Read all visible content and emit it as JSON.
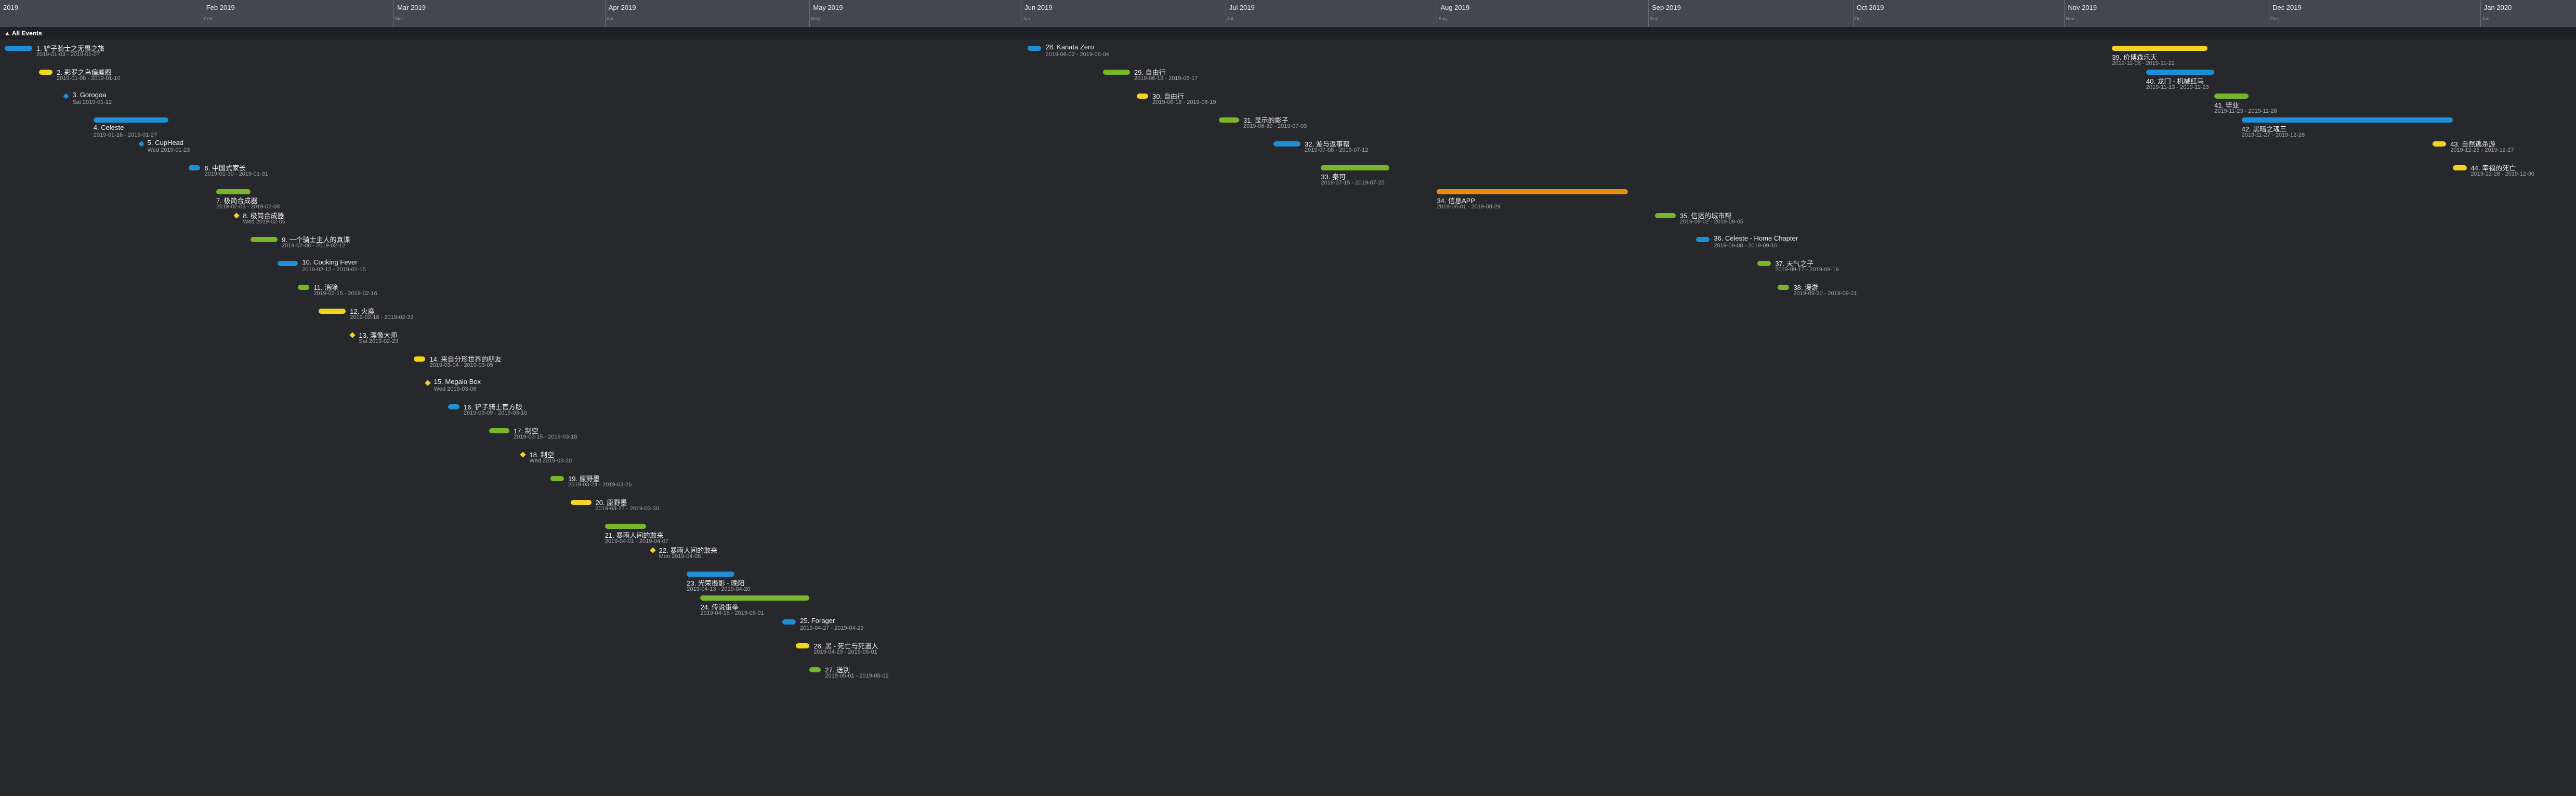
{
  "colors": {
    "background": "#27282c",
    "header": "#46474c",
    "group_bar": "#1f2023",
    "blue": "#1e8fd6",
    "green": "#78b52a",
    "yellow": "#f2d51c",
    "orange": "#e58f10"
  },
  "group": {
    "label": "All Events",
    "icon": "collapse-arrow-icon"
  },
  "months": [
    {
      "name": "2019",
      "abbr": ""
    },
    {
      "name": "Feb 2019",
      "abbr": "Feb"
    },
    {
      "name": "Mar 2019",
      "abbr": "Mar"
    },
    {
      "name": "Apr 2019",
      "abbr": "Apr"
    },
    {
      "name": "May 2019",
      "abbr": "May"
    },
    {
      "name": "Jun 2019",
      "abbr": "Jun"
    },
    {
      "name": "Jul 2019",
      "abbr": "Jul"
    },
    {
      "name": "Aug 2019",
      "abbr": "Aug"
    },
    {
      "name": "Sep 2019",
      "abbr": "Sep"
    },
    {
      "name": "Oct 2019",
      "abbr": "Oct"
    },
    {
      "name": "Nov 2019",
      "abbr": "Nov"
    },
    {
      "name": "Dec 2019",
      "abbr": "Dec"
    },
    {
      "name": "Jan 2020",
      "abbr": "Jan"
    }
  ],
  "events": [
    {
      "title": "1. 铲子骑士之无畏之旅",
      "date": "2019-01-03 - 2019-01-07",
      "start": "2019-01-03",
      "end": "2019-01-07",
      "color": "blue",
      "kind": "bar"
    },
    {
      "title": "2. 彩罗之鸟偏差图",
      "date": "2019-01-08 - 2019-01-10",
      "start": "2019-01-08",
      "end": "2019-01-10",
      "color": "yellow",
      "kind": "bar"
    },
    {
      "title": "3. Gorogoa",
      "date": "Sat 2019-01-12",
      "start": "2019-01-12",
      "end": "2019-01-12",
      "color": "blue",
      "kind": "point"
    },
    {
      "title": "4. Celeste",
      "date": "2019-01-16 - 2019-01-27",
      "start": "2019-01-16",
      "end": "2019-01-27",
      "color": "blue",
      "kind": "bar"
    },
    {
      "title": "5. CupHead",
      "date": "Wed 2019-01-23",
      "start": "2019-01-23",
      "end": "2019-01-23",
      "color": "blue",
      "kind": "point"
    },
    {
      "title": "6. 中国式家长",
      "date": "2019-01-30 - 2019-01-31",
      "start": "2019-01-30",
      "end": "2019-01-31",
      "color": "blue",
      "kind": "bar"
    },
    {
      "title": "7. 极简合成器",
      "date": "2019-02-03 - 2019-02-08",
      "start": "2019-02-03",
      "end": "2019-02-08",
      "color": "green",
      "kind": "bar"
    },
    {
      "title": "8. 极简合成器",
      "date": "Wed 2019-02-06",
      "start": "2019-02-06",
      "end": "2019-02-06",
      "color": "yellow",
      "kind": "point"
    },
    {
      "title": "9. 一个骑士主人的真谍",
      "date": "2019-02-08 - 2019-02-12",
      "start": "2019-02-08",
      "end": "2019-02-12",
      "color": "green",
      "kind": "bar"
    },
    {
      "title": "10. Cooking Fever",
      "date": "2019-02-12 - 2019-02-15",
      "start": "2019-02-12",
      "end": "2019-02-15",
      "color": "blue",
      "kind": "bar"
    },
    {
      "title": "11. 消除",
      "date": "2019-02-15 - 2019-02-16",
      "start": "2019-02-15",
      "end": "2019-02-16",
      "color": "green",
      "kind": "bar"
    },
    {
      "title": "12. 火鹿",
      "date": "2019-02-18 - 2019-02-22",
      "start": "2019-02-18",
      "end": "2019-02-22",
      "color": "yellow",
      "kind": "bar"
    },
    {
      "title": "13. 漂像大师",
      "date": "Sat 2019-02-23",
      "start": "2019-02-23",
      "end": "2019-02-23",
      "color": "yellow",
      "kind": "point"
    },
    {
      "title": "14. 来自分形世界的朋友",
      "date": "2019-03-04 - 2019-03-05",
      "start": "2019-03-04",
      "end": "2019-03-05",
      "color": "yellow",
      "kind": "bar"
    },
    {
      "title": "15. Megalo Box",
      "date": "Wed 2019-03-06",
      "start": "2019-03-06",
      "end": "2019-03-06",
      "color": "yellow",
      "kind": "point"
    },
    {
      "title": "16. 铲子骑士官方版",
      "date": "2019-03-09 - 2019-03-10",
      "start": "2019-03-09",
      "end": "2019-03-10",
      "color": "blue",
      "kind": "bar"
    },
    {
      "title": "17. 制空",
      "date": "2019-03-15 - 2019-03-18",
      "start": "2019-03-15",
      "end": "2019-03-18",
      "color": "green",
      "kind": "bar"
    },
    {
      "title": "18. 制空",
      "date": "Wed 2019-03-20",
      "start": "2019-03-20",
      "end": "2019-03-20",
      "color": "yellow",
      "kind": "point"
    },
    {
      "title": "19. 原野墨",
      "date": "2019-03-24 - 2019-03-26",
      "start": "2019-03-24",
      "end": "2019-03-26",
      "color": "green",
      "kind": "bar"
    },
    {
      "title": "20. 原野墨",
      "date": "2019-03-27 - 2019-03-30",
      "start": "2019-03-27",
      "end": "2019-03-30",
      "color": "yellow",
      "kind": "bar"
    },
    {
      "title": "21. 暴雨人间的敢来",
      "date": "2019-04-01 - 2019-04-07",
      "start": "2019-04-01",
      "end": "2019-04-07",
      "color": "green",
      "kind": "bar"
    },
    {
      "title": "22. 暴雨人间的敢来",
      "date": "Mon 2019-04-08",
      "start": "2019-04-08",
      "end": "2019-04-08",
      "color": "yellow",
      "kind": "point"
    },
    {
      "title": "23. 光荣摄影 - 晚阳",
      "date": "2019-04-13 - 2019-04-20",
      "start": "2019-04-13",
      "end": "2019-04-20",
      "color": "blue",
      "kind": "bar"
    },
    {
      "title": "24. 传说蛋拳",
      "date": "2019-04-15 - 2019-05-01",
      "start": "2019-04-15",
      "end": "2019-05-01",
      "color": "green",
      "kind": "bar"
    },
    {
      "title": "25. Forager",
      "date": "2019-04-27 - 2019-04-29",
      "start": "2019-04-27",
      "end": "2019-04-29",
      "color": "blue",
      "kind": "bar"
    },
    {
      "title": "26. 黑 - 死亡与死遗人",
      "date": "2019-04-29 - 2019-05-01",
      "start": "2019-04-29",
      "end": "2019-05-01",
      "color": "yellow",
      "kind": "bar"
    },
    {
      "title": "27. 送别",
      "date": "2019-05-01 - 2019-05-02",
      "start": "2019-05-01",
      "end": "2019-05-02",
      "color": "green",
      "kind": "bar"
    },
    {
      "title": "28. Kanata Zero",
      "date": "2019-06-02 - 2019-06-04",
      "start": "2019-06-02",
      "end": "2019-06-04",
      "color": "blue",
      "kind": "bar"
    },
    {
      "title": "29. 自由行",
      "date": "2019-06-13 - 2019-06-17",
      "start": "2019-06-13",
      "end": "2019-06-17",
      "color": "green",
      "kind": "bar"
    },
    {
      "title": "30. 自由行",
      "date": "2019-06-18 - 2019-06-19",
      "start": "2019-06-18",
      "end": "2019-06-19",
      "color": "yellow",
      "kind": "bar"
    },
    {
      "title": "31. 显示的影子",
      "date": "2019-06-30 - 2019-07-03",
      "start": "2019-06-30",
      "end": "2019-07-03",
      "color": "green",
      "kind": "bar"
    },
    {
      "title": "32. 漩与返事帮",
      "date": "2019-07-08 - 2019-07-12",
      "start": "2019-07-08",
      "end": "2019-07-12",
      "color": "blue",
      "kind": "bar"
    },
    {
      "title": "33. 秦可",
      "date": "2019-07-15 - 2019-07-25",
      "start": "2019-07-15",
      "end": "2019-07-25",
      "color": "green",
      "kind": "bar"
    },
    {
      "title": "34. 信息APP",
      "date": "2019-08-01 - 2019-08-29",
      "start": "2019-08-01",
      "end": "2019-08-29",
      "color": "orange",
      "kind": "bar"
    },
    {
      "title": "35. 信运的城市帮",
      "date": "2019-09-02 - 2019-09-05",
      "start": "2019-09-02",
      "end": "2019-09-05",
      "color": "green",
      "kind": "bar"
    },
    {
      "title": "36. Celeste - Home Chapter",
      "date": "2019-09-08 - 2019-09-10",
      "start": "2019-09-08",
      "end": "2019-09-10",
      "color": "blue",
      "kind": "bar"
    },
    {
      "title": "37. 天气之子",
      "date": "2019-09-17 - 2019-09-19",
      "start": "2019-09-17",
      "end": "2019-09-19",
      "color": "green",
      "kind": "bar"
    },
    {
      "title": "38. 漫游",
      "date": "2019-09-20 - 2019-09-21",
      "start": "2019-09-20",
      "end": "2019-09-21",
      "color": "green",
      "kind": "bar"
    },
    {
      "title": "39. 价博森乐天",
      "date": "2019-11-08 - 2019-11-22",
      "start": "2019-11-08",
      "end": "2019-11-22",
      "color": "yellow",
      "kind": "bar"
    },
    {
      "title": "40. 龙门 - 机械红马",
      "date": "2019-11-13 - 2019-11-23",
      "start": "2019-11-13",
      "end": "2019-11-23",
      "color": "blue",
      "kind": "bar"
    },
    {
      "title": "41. 毕业",
      "date": "2019-11-23 - 2019-11-28",
      "start": "2019-11-23",
      "end": "2019-11-28",
      "color": "green",
      "kind": "bar"
    },
    {
      "title": "42. 黑暗之魂三",
      "date": "2019-11-27 - 2019-12-28",
      "start": "2019-11-27",
      "end": "2019-12-28",
      "color": "blue",
      "kind": "bar"
    },
    {
      "title": "43. 自然逃杀游",
      "date": "2019-12-25 - 2019-12-27",
      "start": "2019-12-25",
      "end": "2019-12-27",
      "color": "yellow",
      "kind": "bar"
    },
    {
      "title": "44. 幸福的死亡",
      "date": "2019-12-28 - 2019-12-30",
      "start": "2019-12-28",
      "end": "2019-12-30",
      "color": "yellow",
      "kind": "bar"
    }
  ]
}
